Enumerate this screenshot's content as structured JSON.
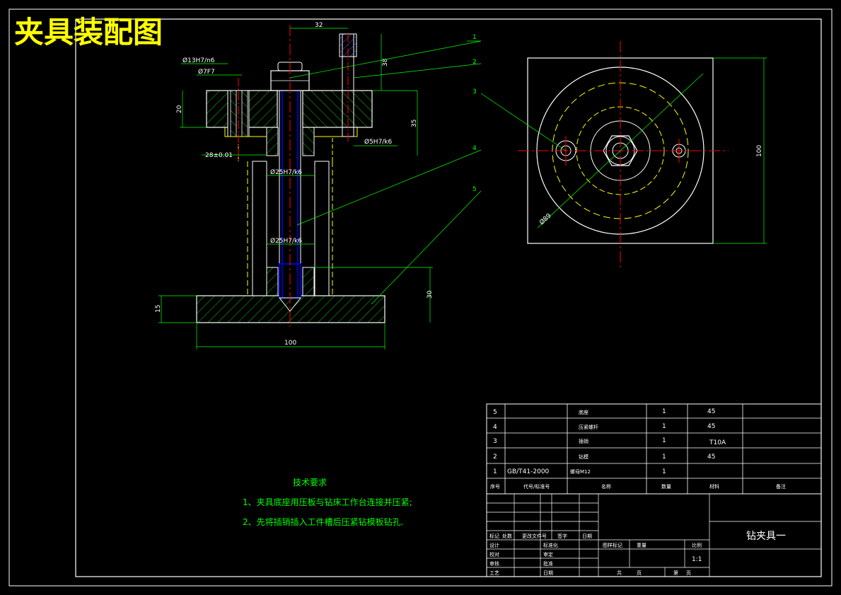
{
  "title": "夹具装配图",
  "colors": {
    "background": "#000000",
    "frame": "#ffffff",
    "part_outline": "#ffffff",
    "hatch": "#00ff00",
    "centerline": "#ff0000",
    "hidden": "#ffff00",
    "dimension": "#00ff00",
    "title_text": "#ffff00",
    "blue": "#0000ff"
  },
  "section_view": {
    "dimensions": {
      "d32": "32",
      "d38": "38",
      "d13h7": "Ø13H7/n6",
      "d7f7": "Ø7F7",
      "d20": "20",
      "d35": "35",
      "d5h7": "Ø5H7/k6",
      "d28": "28±0.01",
      "d25a": "Ø25H7/k6",
      "d25b": "Ø25H7/k6",
      "d30": "30",
      "d15": "15",
      "d100": "100"
    },
    "leaders": [
      "1",
      "2",
      "3",
      "4",
      "5"
    ]
  },
  "top_view": {
    "dim_diameter": "Ø89",
    "dim_height": "100"
  },
  "technical_requirements": {
    "heading": "技术要求",
    "items": [
      "1、夹具底座用压板与钻床工作台连接并压紧;",
      "2、先将插销插入工件槽后压紧钻模板钻孔."
    ]
  },
  "parts_list": {
    "rows": [
      {
        "no": "5",
        "std": "",
        "name": "底座",
        "qty": "1",
        "material": "45",
        "remark": ""
      },
      {
        "no": "4",
        "std": "",
        "name": "压紧螺杆",
        "qty": "1",
        "material": "45",
        "remark": ""
      },
      {
        "no": "3",
        "std": "",
        "name": "插销",
        "qty": "1",
        "material": "T10A",
        "remark": ""
      },
      {
        "no": "2",
        "std": "",
        "name": "钻模",
        "qty": "1",
        "material": "45",
        "remark": ""
      },
      {
        "no": "1",
        "std": "GB/T41-2000",
        "name": "螺母M12",
        "qty": "1",
        "material": "",
        "remark": ""
      }
    ],
    "header": {
      "no": "序号",
      "std": "代号/标准号",
      "name": "名称",
      "qty": "数量",
      "material": "材料",
      "remark": "备注"
    }
  },
  "title_block": {
    "drawing_name": "钻夹具一",
    "scale": "1:1",
    "labels": {
      "mark": "标记",
      "zones": "处数",
      "change_doc": "更改文件号",
      "sign": "签字",
      "date": "日期",
      "design": "设计",
      "std_check": "标准化",
      "check": "校对",
      "review": "审定",
      "audit": "审核",
      "approve": "批准",
      "process": "工艺",
      "date2": "日期",
      "stage": "图样标记",
      "weight": "重量",
      "scale_label": "比例",
      "total": "共",
      "pages": "页",
      "sheet": "第",
      "page": "页"
    }
  }
}
